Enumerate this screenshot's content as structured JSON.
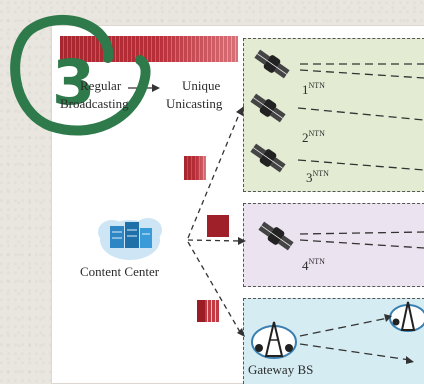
{
  "legend": {
    "left_label_line1": "Regular",
    "left_label_line2": "Broadcasting",
    "right_label_line1": "Unique",
    "right_label_line2": "Unicasting"
  },
  "nodes": {
    "satellites": [
      {
        "num": "1",
        "sup": "NTN"
      },
      {
        "num": "2",
        "sup": "NTN"
      },
      {
        "num": "3",
        "sup": "NTN"
      },
      {
        "num": "4",
        "sup": "NTN"
      }
    ],
    "content_center": "Content Center",
    "gateway": "Gateway BS"
  },
  "overlay": {
    "badge_number": "3"
  },
  "colors": {
    "ntn_panel_fill": "#e3ecd3",
    "ntn4_panel_fill": "#ebe3f0",
    "gateway_panel_fill": "#d4ecf2",
    "bar_dark": "#9a1c24",
    "badge_green": "#2e7a4a"
  }
}
